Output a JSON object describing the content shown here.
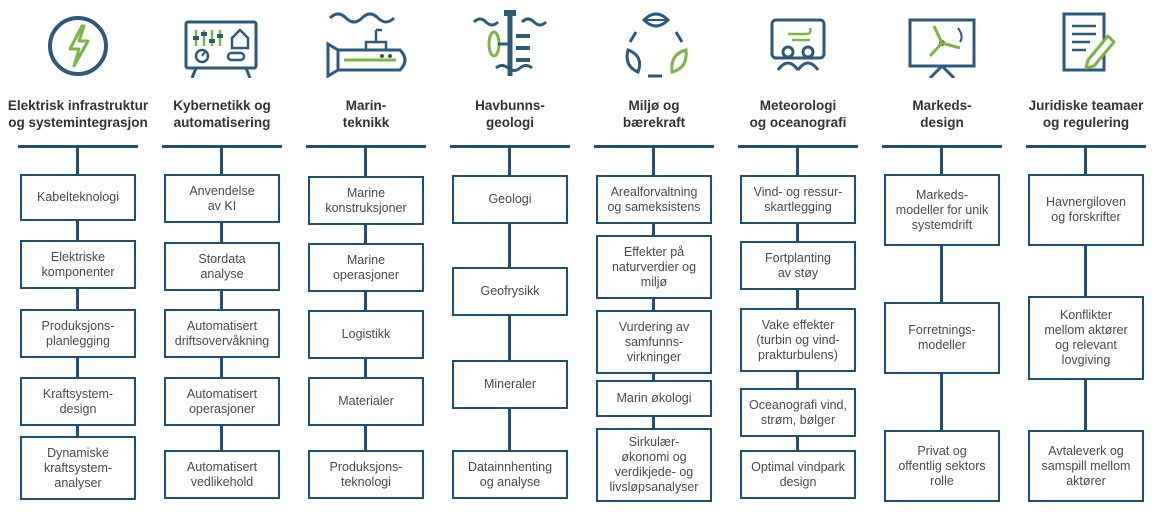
{
  "colors": {
    "line": "#1f5178",
    "icon_dark": "#2d5a7b",
    "icon_green": "#7bb542",
    "text": "#4a4a4a"
  },
  "columns": [
    {
      "icon": "lightning-icon",
      "title": [
        "Elektrisk infrastruktur",
        "og systemintegrasjon"
      ],
      "items": [
        [
          "Kabelteknologi"
        ],
        [
          "Elektriske",
          "komponenter"
        ],
        [
          "Produksjons-",
          "planlegging"
        ],
        [
          "Kraftsystem-",
          "design"
        ],
        [
          "Dynamiske",
          "kraftsystem-",
          "analyser"
        ]
      ]
    },
    {
      "icon": "control-panel-icon",
      "title": [
        "Kybernetikk og",
        "automatisering"
      ],
      "items": [
        [
          "Anvendelse",
          "av KI"
        ],
        [
          "Stordata",
          "analyse"
        ],
        [
          "Automatisert",
          "driftsovervåkning"
        ],
        [
          "Automatisert",
          "operasjoner"
        ],
        [
          "Automatisert",
          "vedlikehold"
        ]
      ]
    },
    {
      "icon": "submarine-icon",
      "title": [
        "Marin-",
        "teknikk"
      ],
      "items": [
        [
          "Marine",
          "konstruksjoner"
        ],
        [
          "Marine",
          "operasjoner"
        ],
        [
          "Logistikk"
        ],
        [
          "Materialer"
        ],
        [
          "Produksjons-",
          "teknologi"
        ]
      ]
    },
    {
      "icon": "seabed-turbine-icon",
      "title": [
        "Havbunns-",
        "geologi"
      ],
      "items": [
        [
          "Geologi"
        ],
        [
          "Geofrysikk"
        ],
        [
          "Mineraler"
        ],
        [
          "Datainnhenting",
          "og analyse"
        ]
      ]
    },
    {
      "icon": "leaves-recycle-icon",
      "title": [
        "Miljø og",
        "bærekraft"
      ],
      "items": [
        [
          "Arealforvaltning",
          "og sameksistens"
        ],
        [
          "Effekter på",
          "naturverdier og",
          "miljø"
        ],
        [
          "Vurdering av",
          "samfunns-",
          "virkninger"
        ],
        [
          "Marin økologi"
        ],
        [
          "Sirkulær-",
          "økonomi og",
          "verdikjede- og",
          "livsløpsanalyser"
        ]
      ]
    },
    {
      "icon": "presentation-wind-icon",
      "title": [
        "Meteorologi",
        "og oceanografi"
      ],
      "items": [
        [
          "Vind- og ressur-",
          "skartlegging"
        ],
        [
          "Fortplanting",
          "av støy"
        ],
        [
          "Vake effekter",
          "(turbin og vind-",
          "prakturbulens)"
        ],
        [
          "Oceanografi vind,",
          "strøm, bølger"
        ],
        [
          "Optimal vindpark",
          "design"
        ]
      ]
    },
    {
      "icon": "turbine-board-icon",
      "title": [
        "Markeds-",
        "design"
      ],
      "items": [
        [
          "Markeds-",
          "modeller for unik",
          "systemdrift"
        ],
        [
          "Forretnings-",
          "modeller"
        ],
        [
          "Privat og",
          "offentlig sektors",
          "rolle"
        ]
      ]
    },
    {
      "icon": "document-pencil-icon",
      "title": [
        "Juridiske teamaer",
        "og regulering"
      ],
      "items": [
        [
          "Havnergiloven",
          "og forskrifter"
        ],
        [
          "Konflikter",
          "mellom aktører",
          "og relevant",
          "lovgiving"
        ],
        [
          "Avtaleverk og",
          "samspill mellom",
          "aktører"
        ]
      ]
    }
  ]
}
